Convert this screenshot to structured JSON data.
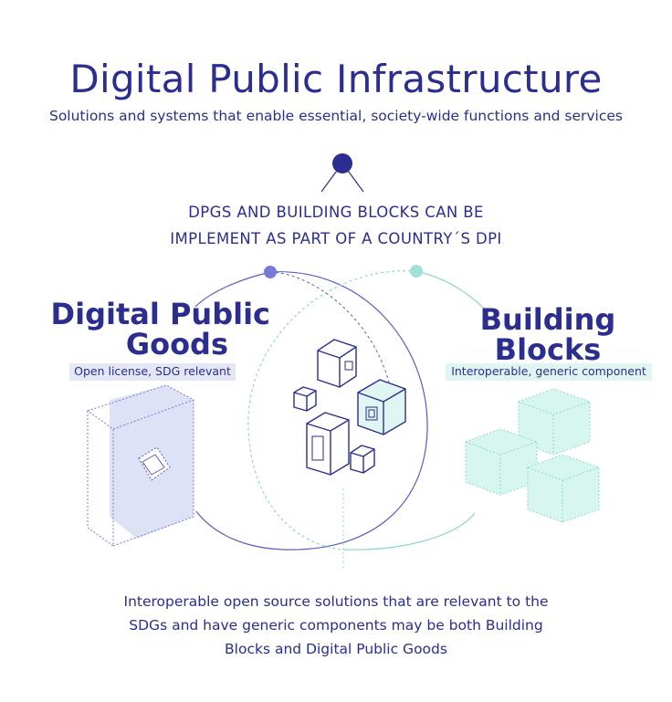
{
  "header": {
    "title": "Digital Public Infrastructure",
    "subtitle": "Solutions and systems that enable essential, society-wide functions and services"
  },
  "shared_note": {
    "line1": "DPGS AND BUILDING BLOCKS CAN BE",
    "line2": "IMPLEMENT AS PART OF A COUNTRY´S DPI"
  },
  "digital_public_goods": {
    "title_line1": "Digital Public",
    "title_line2": "Goods",
    "subtitle": "Open license, SDG relevant"
  },
  "building_blocks": {
    "title_line1": "Building",
    "title_line2": "Blocks",
    "subtitle": "Interoperable, generic component"
  },
  "footer": {
    "line1": "Interoperable open source solutions that are relevant to the",
    "line2": "SDGs and have generic components may be both Building",
    "line3": "Blocks and Digital Public Goods"
  },
  "colors": {
    "navy": "#2b2e8f",
    "purple_node": "#7a7ad6",
    "teal_node": "#9fe3d6",
    "lavender_fill": "#dde2f7",
    "mint_fill": "#d8f6f0"
  },
  "icons": [
    "cube-cluster-icon",
    "dpg-cube-icon",
    "building-block-cubes-icon"
  ]
}
